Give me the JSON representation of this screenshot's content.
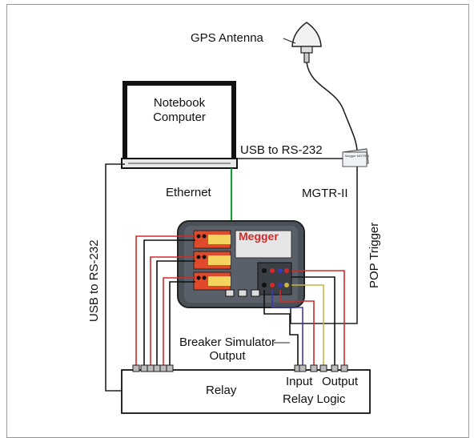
{
  "labels": {
    "gps_antenna": "GPS Antenna",
    "notebook_line1": "Notebook",
    "notebook_line2": "Computer",
    "usb_rs232_top": "USB to RS-232",
    "usb_rs232_left": "USB to RS-232",
    "ethernet": "Ethernet",
    "mgtr": "MGTR-II",
    "pop_trigger": "POP Trigger",
    "breaker_line1": "Breaker Simulator",
    "breaker_line2": "Output",
    "relay": "Relay",
    "input": "Input",
    "output": "Output",
    "relay_logic": "Relay Logic",
    "megger_brand": "Megger",
    "mgtr_brand": "Megger MGTR-II"
  },
  "colors": {
    "red_lead": "#d62828",
    "black_lead": "#111111",
    "green_ethernet": "#1f9a3a",
    "blue_lead": "#3a3ab8",
    "yellow_lead": "#c9b545",
    "wire_gray": "#333333",
    "instrument_body": "#4a5058",
    "panel_red": "#e04a2a",
    "panel_yellow": "#f4d35e"
  }
}
